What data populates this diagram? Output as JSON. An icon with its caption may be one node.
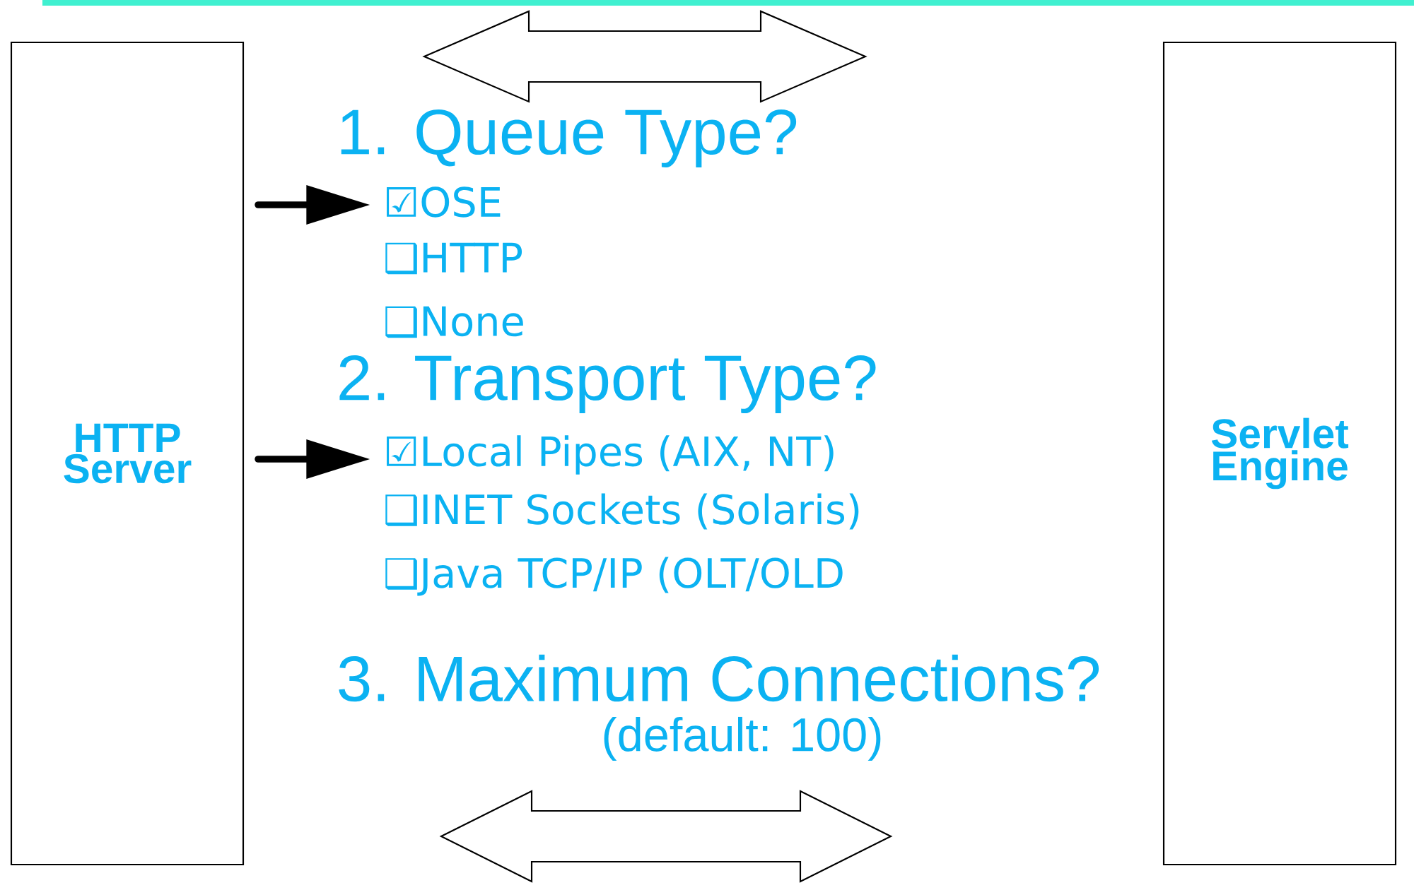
{
  "diagram": {
    "nodes": [
      {
        "text": [
          "HTTP Server"
        ]
      },
      {
        "text": [
          "Servlet Engine"
        ]
      },
      {
        "text": [
          "☑OSE"
        ]
      },
      {
        "text": [
          "☑Local Pipes (AIX, NT)"
        ]
      }
    ],
    "edges": [
      {
        "from": 0,
        "to": 2,
        "arrow": "to"
      },
      {
        "from": 0,
        "to": 3,
        "arrow": "to"
      }
    ],
    "labels": [
      "1. Queue Type?",
      "❑HTTP",
      "❑None",
      "2. Transport Type?",
      "❑INET Sockets (Solaris)",
      "❑Java TCP/IP (OLT/OLD",
      "3. Maximum Connections?",
      "(default:  100)"
    ]
  }
}
